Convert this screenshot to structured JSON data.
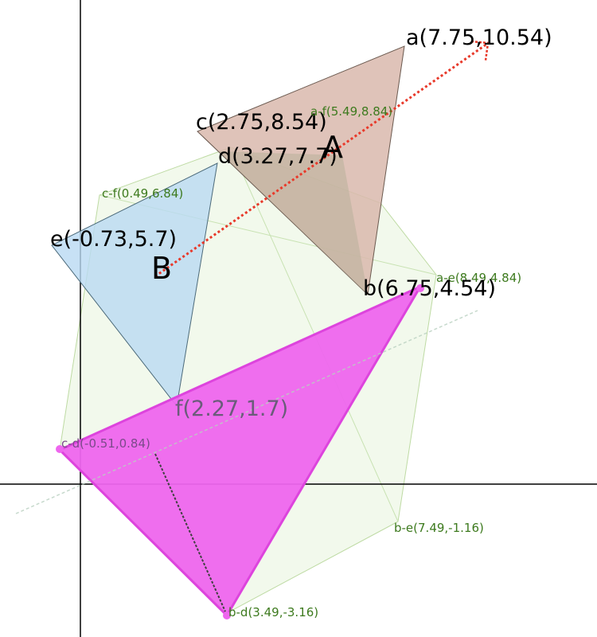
{
  "diagram": {
    "axes_color": "#000000",
    "triangles": [
      {
        "id": "abc",
        "fill": "#d9b8ad",
        "stroke": "#5a4a40",
        "vertices": [
          "a",
          "b",
          "c"
        ]
      },
      {
        "id": "def",
        "fill": "#b9d9f2",
        "stroke": "#3f5a6a",
        "vertices": [
          "d",
          "e",
          "f"
        ]
      },
      {
        "id": "minkowski-difference",
        "fill": "#ee55ee",
        "stroke": "#dd33dd"
      }
    ],
    "hull_color": "#d9eec6",
    "vector_color": "#e8392a",
    "labels": {
      "a": "a(7.75,10.54)",
      "b": "b(6.75,4.54)",
      "c": "c(2.75,8.54)",
      "d": "d(3.27,7.7)",
      "e": "e(-0.73,5.7)",
      "f": "f(2.27,1.7)",
      "af": "a-f(5.49,8.84)",
      "cf": "c-f(0.49,6.84)",
      "ae": "a-e(8.49,4.84)",
      "cd": "c-d(-0.51,0.84)",
      "be": "b-e(7.49,-1.16)",
      "bd": "b-d(3.49,-3.16)",
      "A": "A",
      "B": "B"
    }
  }
}
